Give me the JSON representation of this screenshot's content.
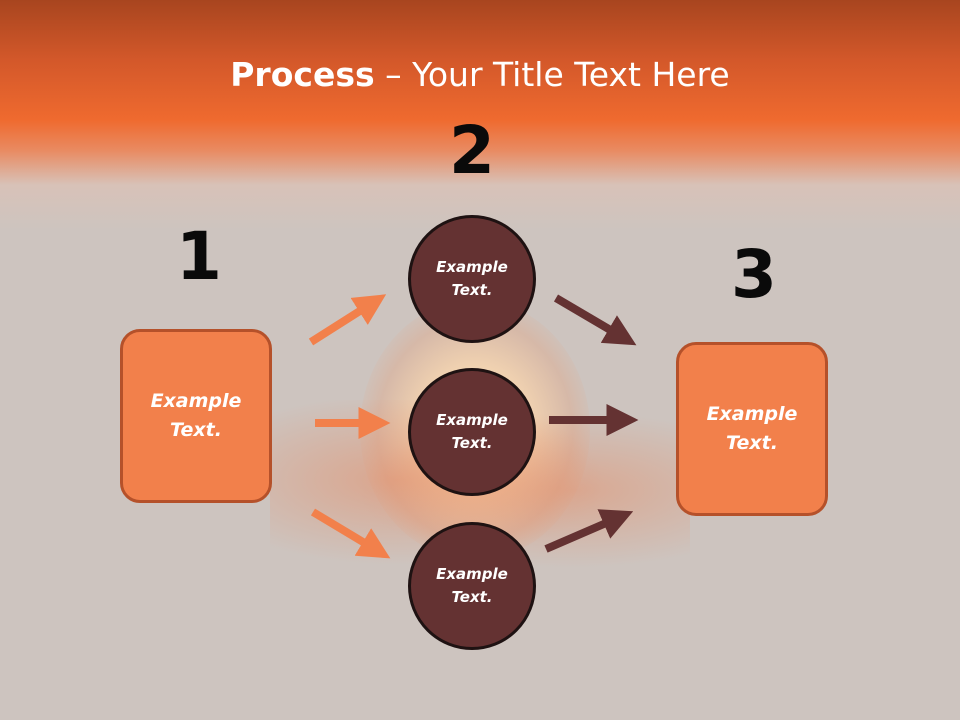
{
  "title": {
    "bold": "Process",
    "rest": " – Your Title Text Here"
  },
  "steps": [
    {
      "number": "1"
    },
    {
      "number": "2"
    },
    {
      "number": "3"
    }
  ],
  "left_box": {
    "text": "Example Text."
  },
  "right_box": {
    "text": "Example Text."
  },
  "circles": [
    {
      "text": "Example Text."
    },
    {
      "text": "Example Text."
    },
    {
      "text": "Example Text."
    }
  ],
  "colors": {
    "orange": "#f2804b",
    "dark_brown": "#643232",
    "header_orange": "#ef6a2f"
  }
}
